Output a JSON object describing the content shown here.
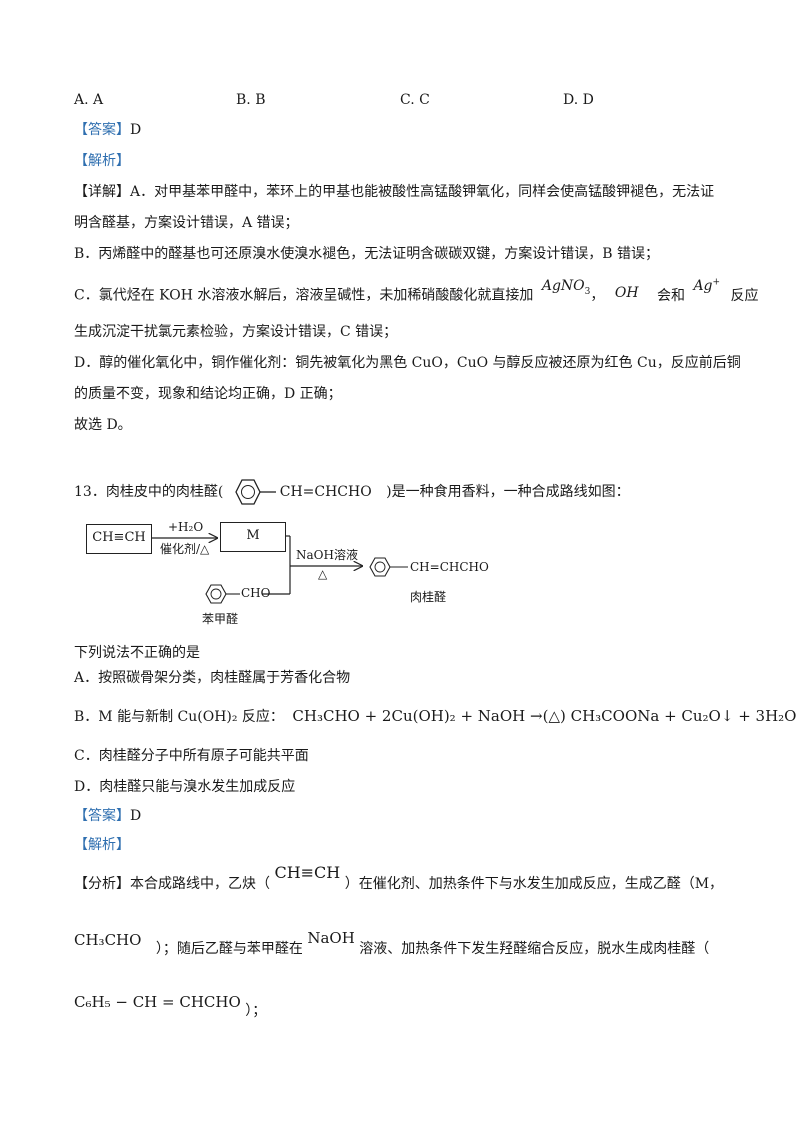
{
  "options_row": [
    "A. A",
    "B. B",
    "C. C",
    "D. D"
  ],
  "q12": {
    "answer_tag": "【答案】",
    "answer_value": "D",
    "analysis_tag": "【解析】",
    "detail_tag": "【详解】",
    "line1": "A．对甲基苯甲醛中，苯环上的甲基也能被酸性高锰酸钾氧化，同样会使高锰酸钾褪色，无法证",
    "line2": "明含醛基，方案设计错误，A 错误；",
    "line3": "B．丙烯醛中的醛基也可还原溴水使溴水褪色，无法证明含碳碳双键，方案设计错误，B 错误；",
    "line4_a": "C．氯代烃在 KOH 水溶液水解后，溶液呈碱性，未加稀硝酸酸化就直接加",
    "line4_agno3": "AgNO",
    "line4_agno3_sub": "3",
    "line4_comma": "，",
    "line4_oh": "OH",
    "line4_b": "会和",
    "line4_ag": "Ag",
    "line4_ag_sup": "+",
    "line4_c": "反应",
    "line5": "生成沉淀干扰氯元素检验，方案设计错误，C 错误；",
    "line6": "D．醇的催化氧化中，铜作催化剂：铜先被氧化为黑色 CuO，CuO 与醇反应被还原为红色 Cu，反应前后铜",
    "line7": "的质量不变，现象和结论均正确，D 正确；",
    "line8": "故选 D。"
  },
  "q13": {
    "stem_a": "13．肉桂皮中的肉桂醛(",
    "stem_formula": "CH=CHCHO",
    "stem_b": ")是一种食用香料，一种合成路线如图：",
    "scheme": {
      "start": "CH≡CH",
      "step1_top": "+H₂O",
      "step1_bottom": "催化剂/△",
      "box_m": "M",
      "step2_top": "NaOH溶液",
      "step2_bottom": "△",
      "product_formula": "CH=CHCHO",
      "product_name": "肉桂醛",
      "reagent_formula": "CHO",
      "reagent_name": "苯甲醛"
    },
    "question": "下列说法不正确的是",
    "opt_a": "A．按照碳骨架分类，肉桂醛属于芳香化合物",
    "opt_b_prefix": "B．M 能与新制 Cu(OH)₂ 反应：",
    "opt_b_equation": "CH₃CHO + 2Cu(OH)₂ + NaOH →(△) CH₃COONa + Cu₂O↓ + 3H₂O",
    "opt_c": "C．肉桂醛分子中所有原子可能共平面",
    "opt_d": "D．肉桂醛只能与溴水发生加成反应",
    "answer_tag": "【答案】",
    "answer_value": "D",
    "analysis_tag": "【解析】",
    "analysis_head": "【分析】",
    "an1_a": "本合成路线中，乙炔（",
    "an1_formula": "CH≡CH",
    "an1_b": "）在催化剂、加热条件下与水发生加成反应，生成乙醛（M，",
    "an2_formula": "CH₃CHO",
    "an2_a": "）；随后乙醛与苯甲醛在",
    "an2_naoh": "NaOH",
    "an2_b": "溶液、加热条件下发生羟醛缩合反应，脱水生成肉桂醛（",
    "an3_formula": "C₆H₅ − CH = CHCHO",
    "an3_b": "）；"
  }
}
